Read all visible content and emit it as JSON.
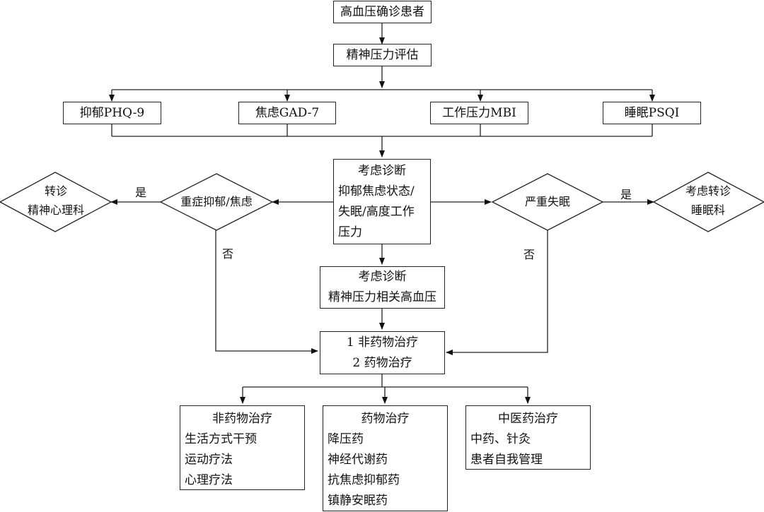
{
  "nodes": {
    "start": "高血压确诊患者",
    "assess": "精神压力评估",
    "phq": "抑郁PHQ-9",
    "gad": "焦虑GAD-7",
    "mbi": "工作压力MBI",
    "psqi": "睡眠PSQI",
    "consider": [
      "考虑诊断",
      "抑郁焦虑状态/",
      "失眠/高度工作",
      "压力"
    ],
    "severe_dep": "重症抑郁/焦虑",
    "severe_sleep": "严重失眠",
    "refer_psych": [
      "转诊",
      "精神心理科"
    ],
    "refer_sleep": [
      "考虑转诊",
      "睡眠科"
    ],
    "consider2": [
      "考虑诊断",
      "精神压力相关高血压"
    ],
    "treatment": [
      "1 非药物治疗",
      "2 药物治疗"
    ],
    "nondrug": {
      "title": "非药物治疗",
      "items": [
        "生活方式干预",
        "运动疗法",
        "心理疗法"
      ]
    },
    "drug": {
      "title": "药物治疗",
      "items": [
        "降压药",
        "神经代谢药",
        "抗焦虑抑郁药",
        "镇静安眠药"
      ]
    },
    "tcm": {
      "title": "中医药治疗",
      "items": [
        "中药、针灸",
        "患者自我管理"
      ]
    }
  },
  "labels": {
    "yes_left": "是",
    "yes_right": "是",
    "no_left": "否",
    "no_right": "否"
  }
}
